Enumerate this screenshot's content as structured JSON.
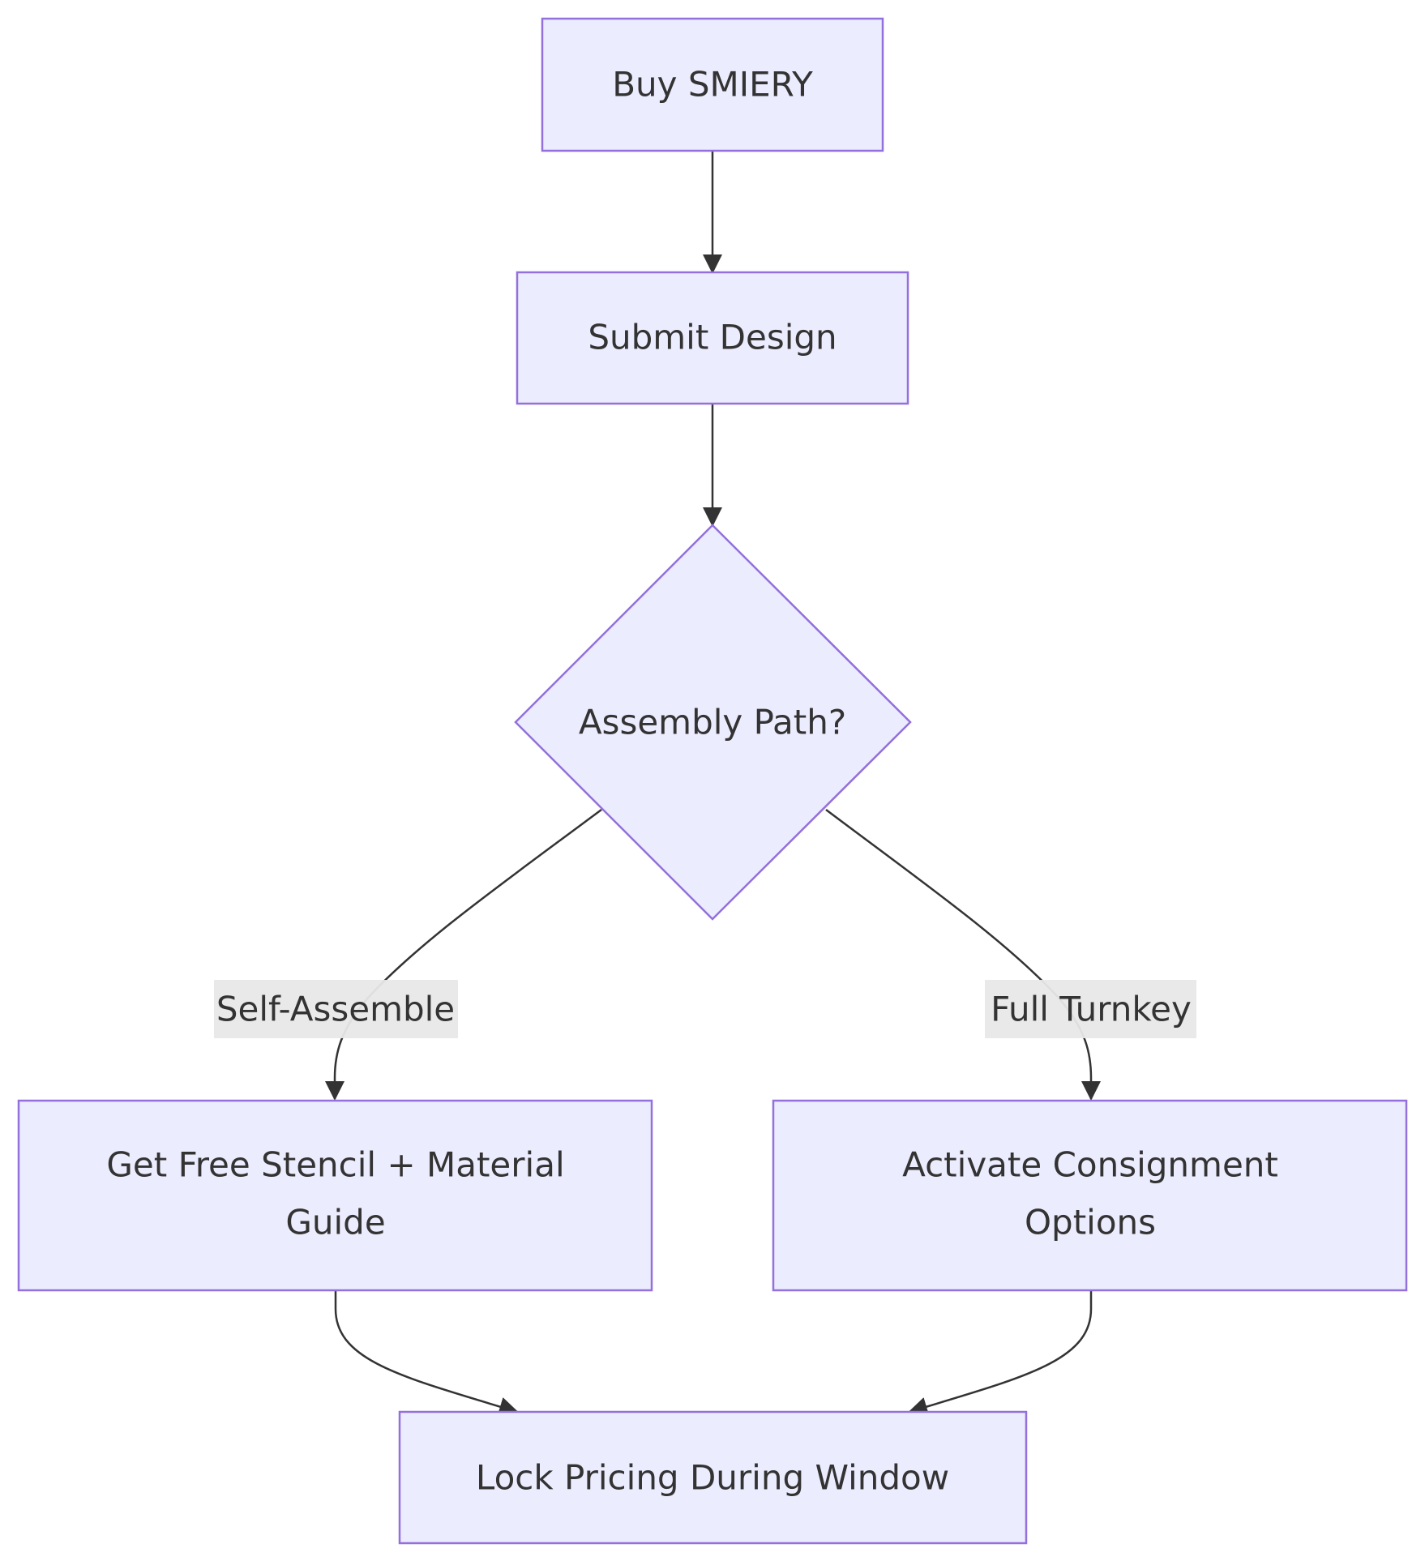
{
  "diagram": {
    "type": "flowchart",
    "direction": "top-down",
    "colors": {
      "node_fill": "#ECECFF",
      "node_stroke": "#9370DB",
      "edge": "#333333",
      "text": "#333333",
      "edge_label_bg": "#E8E8E8"
    },
    "nodes": {
      "buy": {
        "label": "Buy SMIERY",
        "shape": "rect"
      },
      "submit": {
        "label": "Submit Design",
        "shape": "rect"
      },
      "decision": {
        "label": "Assembly Path?",
        "shape": "diamond"
      },
      "stencil": {
        "lines": [
          "Get Free Stencil + Material",
          "Guide"
        ],
        "shape": "rect"
      },
      "consign": {
        "lines": [
          "Activate Consignment",
          "Options"
        ],
        "shape": "rect"
      },
      "lock": {
        "label": "Lock Pricing During Window",
        "shape": "rect"
      }
    },
    "edges": [
      {
        "from": "buy",
        "to": "submit",
        "label": ""
      },
      {
        "from": "submit",
        "to": "decision",
        "label": ""
      },
      {
        "from": "decision",
        "to": "stencil",
        "label": "Self-Assemble"
      },
      {
        "from": "decision",
        "to": "consign",
        "label": "Full Turnkey"
      },
      {
        "from": "stencil",
        "to": "lock",
        "label": ""
      },
      {
        "from": "consign",
        "to": "lock",
        "label": ""
      }
    ],
    "edge_labels": {
      "self_assemble": "Self-Assemble",
      "full_turnkey": "Full Turnkey"
    }
  }
}
